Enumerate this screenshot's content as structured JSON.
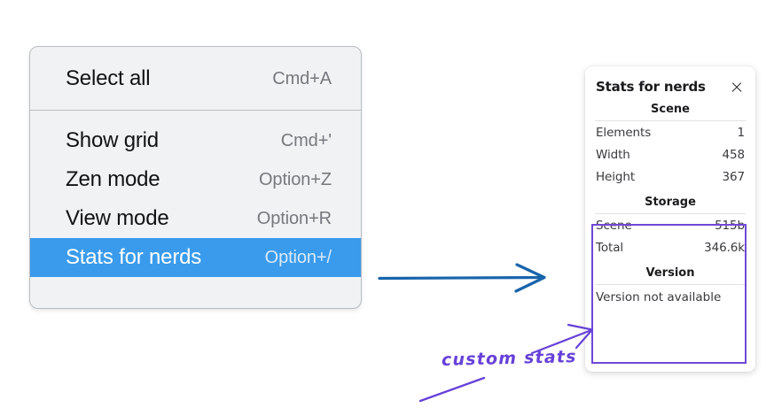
{
  "context_menu": {
    "name": "canvas-context-menu",
    "groups": [
      {
        "items": [
          {
            "label": "Select all",
            "shortcut": "Cmd+A",
            "selected": false
          }
        ]
      },
      {
        "items": [
          {
            "label": "Show grid",
            "shortcut": "Cmd+'",
            "selected": false
          },
          {
            "label": "Zen mode",
            "shortcut": "Option+Z",
            "selected": false
          },
          {
            "label": "View mode",
            "shortcut": "Option+R",
            "selected": false
          },
          {
            "label": "Stats for nerds",
            "shortcut": "Option+/",
            "selected": true
          }
        ]
      }
    ],
    "highlight_color": "#3a9bec",
    "background_color": "#f1f2f3"
  },
  "stats_panel": {
    "title": "Stats for nerds",
    "close_icon": "close-icon",
    "sections": [
      {
        "heading": "Scene",
        "rows": [
          {
            "key": "Elements",
            "value": "1"
          },
          {
            "key": "Width",
            "value": "458"
          },
          {
            "key": "Height",
            "value": "367"
          }
        ]
      },
      {
        "heading": "Storage",
        "rows": [
          {
            "key": "Scene",
            "value": "515b"
          },
          {
            "key": "Total",
            "value": "346.6k"
          }
        ]
      },
      {
        "heading": "Version",
        "single": "Version not available"
      }
    ]
  },
  "annotations": {
    "blue_arrow": {
      "name": "blue-arrow",
      "color": "#1864ab"
    },
    "purple_arrow": {
      "name": "purple-arrow",
      "color": "#6741d9"
    },
    "purple_underline": {
      "name": "purple-underline-stroke",
      "color": "#6741d9"
    },
    "label": "custom stats",
    "label_color": "#6741d9",
    "highlight_box_color": "#7048d6"
  }
}
